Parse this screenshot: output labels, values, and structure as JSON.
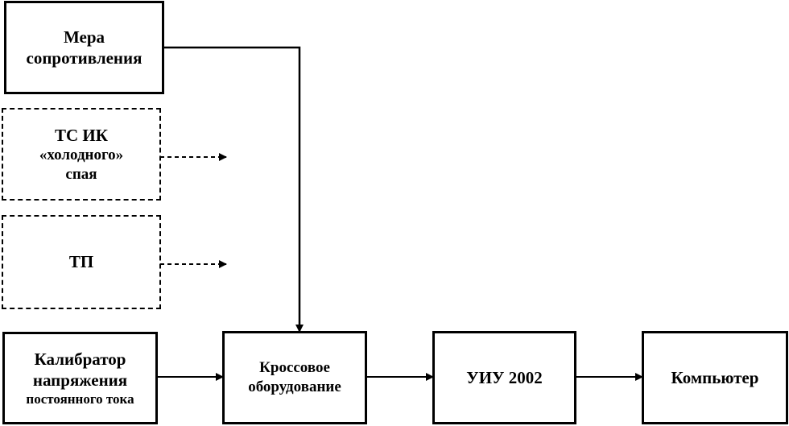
{
  "blocks": {
    "resistance_measure": {
      "line1": "Мера",
      "line2": "сопротивления"
    },
    "cold_junction": {
      "line1": "ТС ИК",
      "line2": "«холодного»",
      "line3": "спая"
    },
    "thermocouple": {
      "line1": "ТП"
    },
    "calibrator": {
      "line1": "Калибратор",
      "line2": "напряжения",
      "line3": "постоянного тока"
    },
    "cross_equipment": {
      "line1": "Кроссовое",
      "line2": "оборудование"
    },
    "uiu": {
      "line1": "УИУ 2002"
    },
    "computer": {
      "line1": "Компьютер"
    }
  }
}
